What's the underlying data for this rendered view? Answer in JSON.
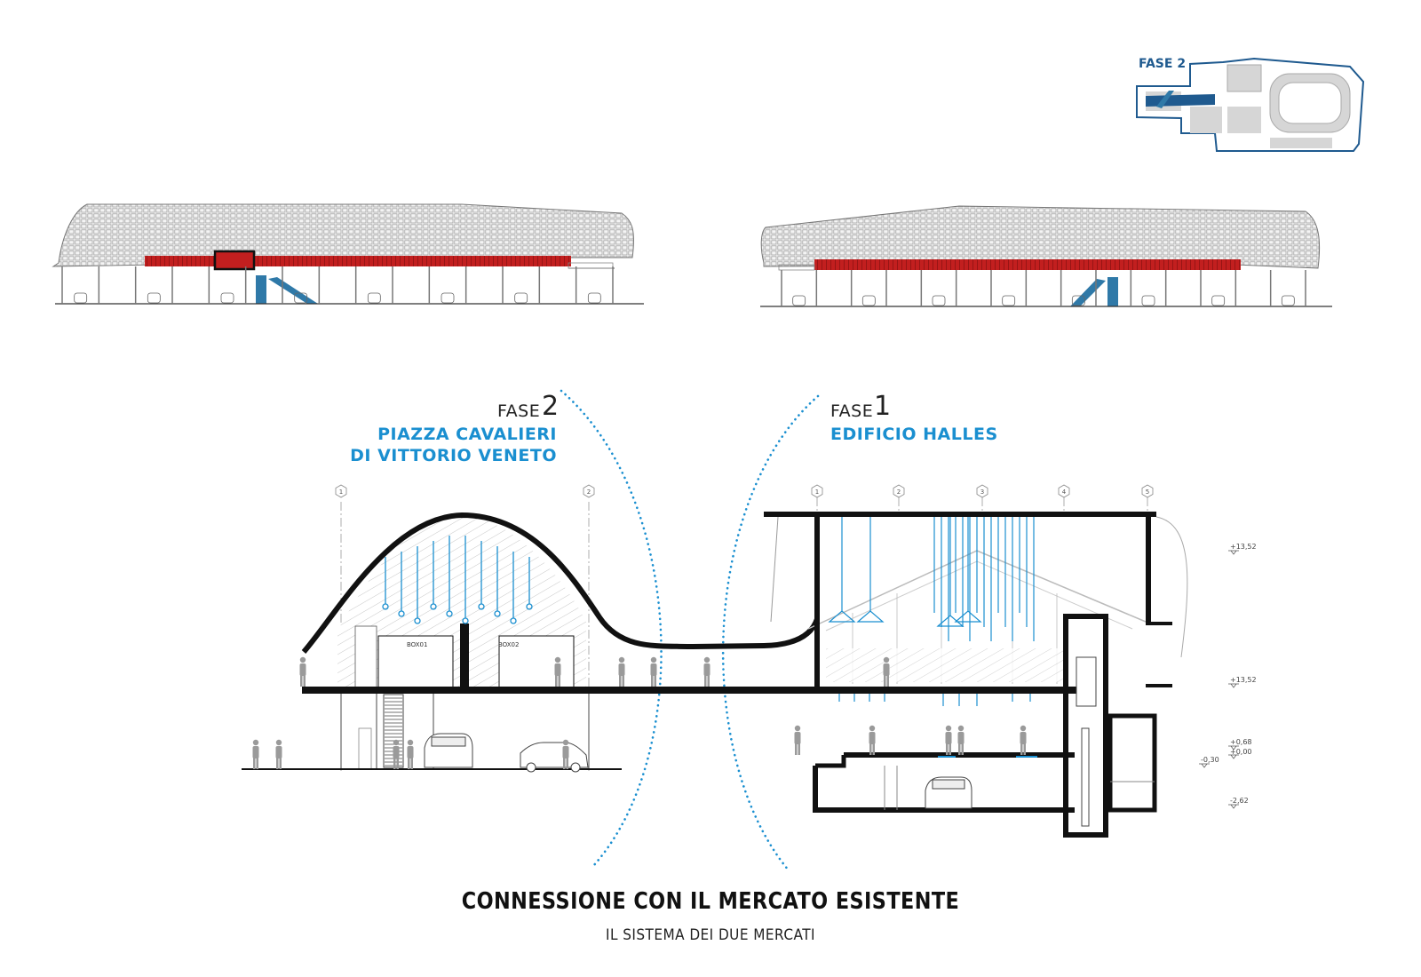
{
  "key_plan": {
    "label": "FASE 2"
  },
  "phases": [
    {
      "word": "FASE",
      "number": "2",
      "name_lines": [
        "PIAZZA CAVALIERI",
        "DI VITTORIO VENETO"
      ]
    },
    {
      "word": "FASE",
      "number": "1",
      "name_lines": [
        "EDIFICIO HALLES"
      ]
    }
  ],
  "grid_axes_left": [
    "1",
    "2"
  ],
  "grid_axes_right": [
    "1",
    "2",
    "3",
    "4",
    "5"
  ],
  "rooms": [
    "BOX01",
    "BOX02"
  ],
  "levels": [
    "+13,52",
    "+13,52",
    "+0,68",
    "+0,00",
    "-0,30",
    "-2,62"
  ],
  "title": "CONNESSIONE CON IL MERCATO ESISTENTE",
  "subtitle": "IL SISTEMA DEI DUE MERCATI",
  "colors": {
    "accent_blue": "#1a8fd0",
    "stair_blue": "#2f79a8",
    "facade_red": "#b81d1d",
    "key_plan_blue": "#1f5a8f",
    "ink": "#111111"
  }
}
